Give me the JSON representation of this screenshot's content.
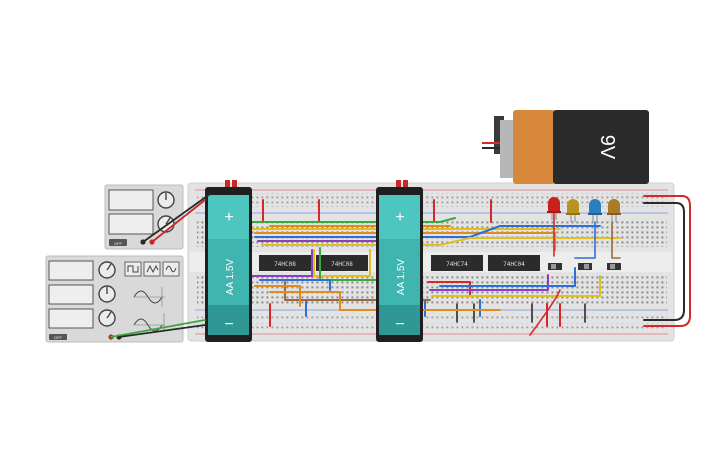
{
  "battery9v": {
    "label": "9V"
  },
  "batteries": [
    {
      "label": "AA 1.5V",
      "plus": "+",
      "minus": "−"
    },
    {
      "label": "AA 1.5V",
      "plus": "+",
      "minus": "−"
    }
  ],
  "chips": [
    "74HC08",
    "74HC08",
    "74HC74",
    "74HC04"
  ],
  "power_supply": {
    "off_label": "OFF"
  },
  "function_generator": {
    "off_label": "OFF"
  },
  "colors": {
    "board": "#e6e6e6",
    "battery_teal": "#3fb5b0",
    "battery_dark": "#1f1f1f",
    "wire_red": "#d62828",
    "wire_blue": "#2d6fd6",
    "wire_yellow": "#e0c020",
    "wire_purple": "#8a3fc0",
    "wire_orange": "#e08a20",
    "wire_green": "#3aa83a",
    "wire_brown": "#9a6a3a"
  }
}
